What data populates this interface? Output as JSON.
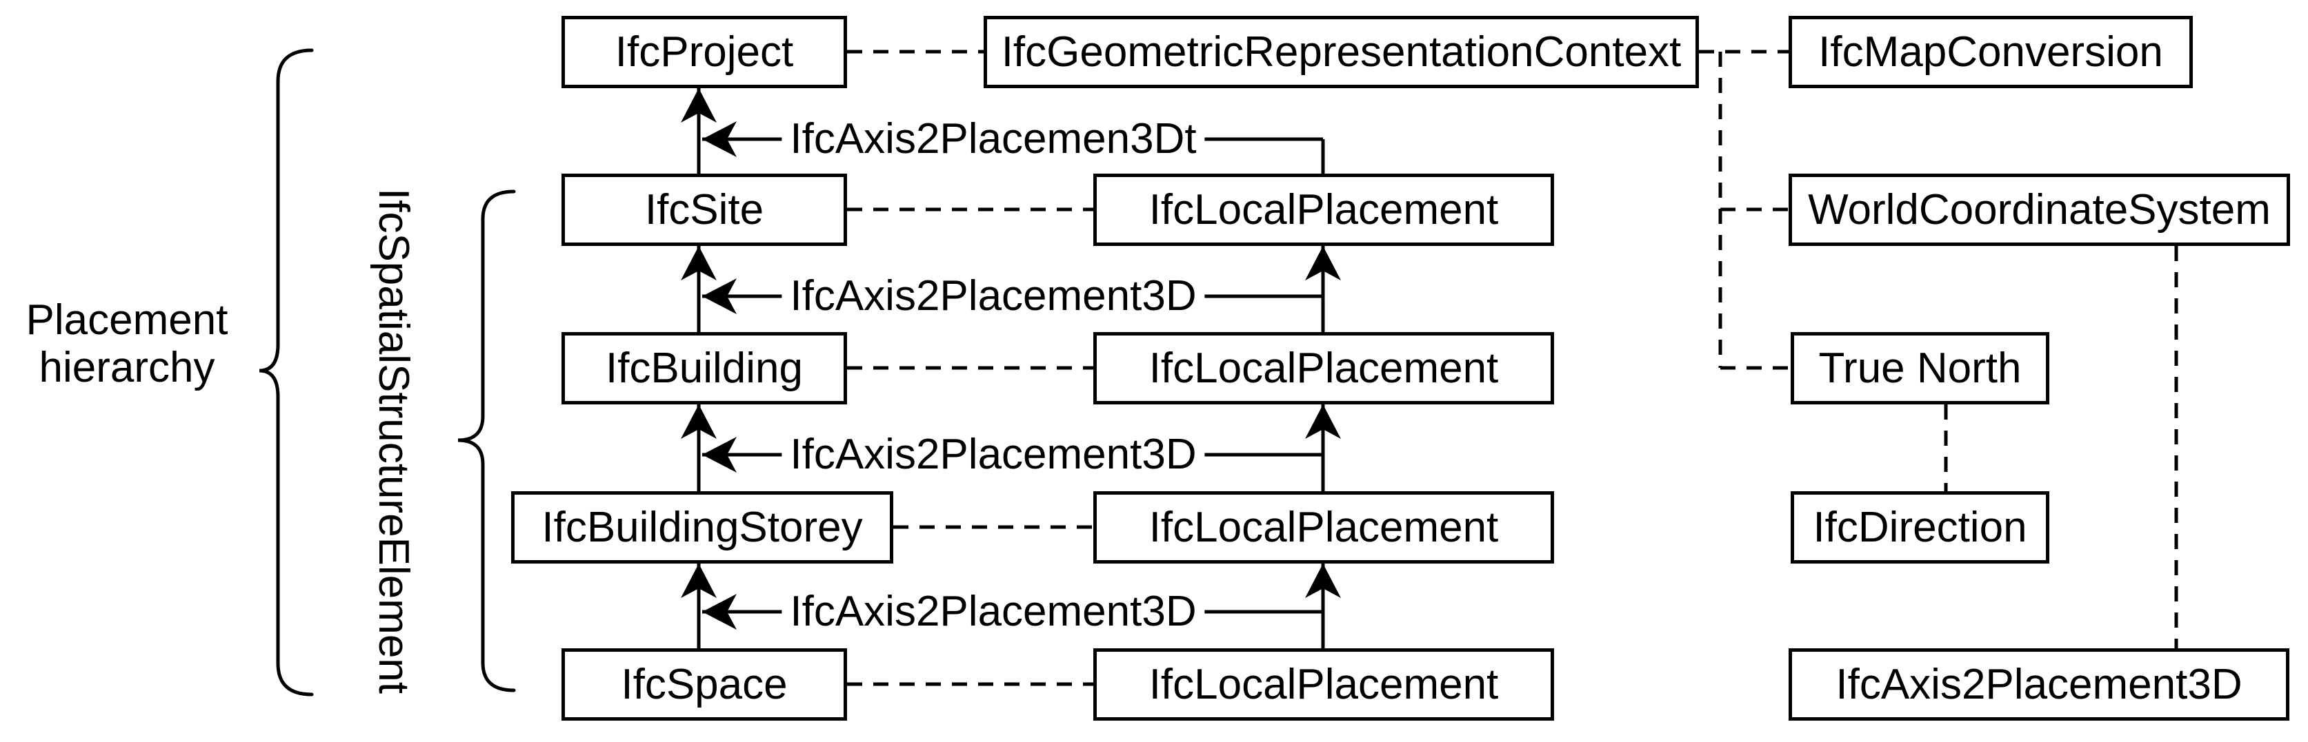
{
  "diagram": {
    "colors": {
      "ink": "#000000",
      "background": "#ffffff"
    },
    "annotations": {
      "placement_hierarchy": "Placement\nhierarchy",
      "spatial_structure_element": "IfcSpatialStructureElement"
    },
    "nodes": {
      "project": "IfcProject",
      "geometric_representation_context": "IfcGeometricRepresentationContext",
      "map_conversion": "IfcMapConversion",
      "site": "IfcSite",
      "local_placement_site": "IfcLocalPlacement",
      "world_coordinate_system": "WorldCoordinateSystem",
      "building": "IfcBuilding",
      "local_placement_building": "IfcLocalPlacement",
      "true_north": "True North",
      "building_storey": "IfcBuildingStorey",
      "local_placement_storey": "IfcLocalPlacement",
      "direction": "IfcDirection",
      "space": "IfcSpace",
      "local_placement_space": "IfcLocalPlacement",
      "axis2_placement_3d": "IfcAxis2Placement3D"
    },
    "edge_labels": {
      "site_to_project": "IfcAxis2Placemen3Dt",
      "building_to_site": "IfcAxis2Placement3D",
      "storey_to_building": "IfcAxis2Placement3D",
      "space_to_storey": "IfcAxis2Placement3D"
    }
  }
}
